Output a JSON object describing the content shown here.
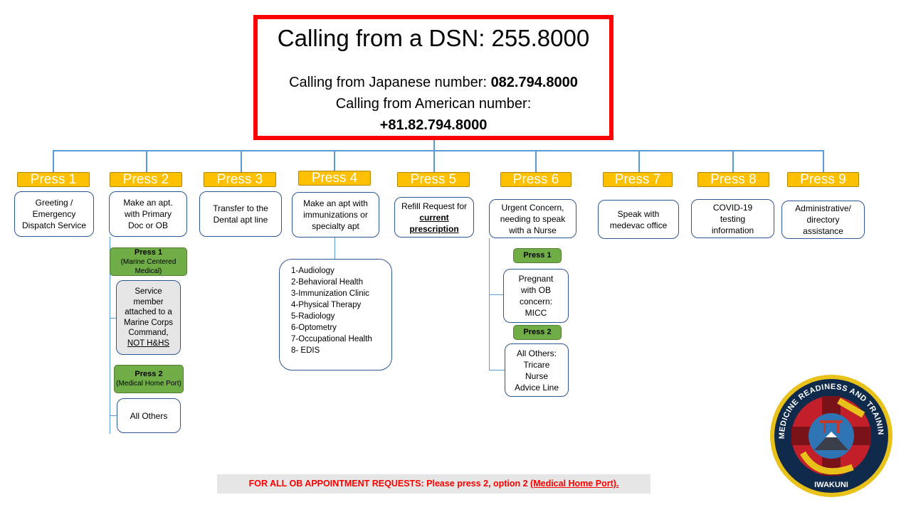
{
  "header": {
    "dsn_line": "Calling from a DSN:  255.8000",
    "japan_label": "Calling from Japanese number:  ",
    "japan_number": "082.794.8000",
    "american_label": "Calling from American number:",
    "american_number": "+81.82.794.8000"
  },
  "options": [
    {
      "press": "Press 1",
      "desc": "Greeting / Emergency Dispatch Service"
    },
    {
      "press": "Press 2",
      "desc": "Make an apt. with Primary Doc or OB"
    },
    {
      "press": "Press 3",
      "desc": "Transfer to the Dental apt line"
    },
    {
      "press": "Press 4",
      "desc": "Make an apt with immunizations or specialty apt"
    },
    {
      "press": "Press 5",
      "desc_prefix": "Refill Request for ",
      "desc_emph": "current prescription"
    },
    {
      "press": "Press 6",
      "desc": "Urgent Concern, needing to speak with a Nurse"
    },
    {
      "press": "Press 7",
      "desc": "Speak with medevac office"
    },
    {
      "press": "Press 8",
      "desc": "COVID-19 testing information"
    },
    {
      "press": "Press 9",
      "desc": "Administrative/ directory assistance"
    }
  ],
  "press2_sub": {
    "opt1_title": "Press 1",
    "opt1_sub": "(Marine Centered Medical)",
    "opt1_desc": "Service member attached to a Marine Corps Command,",
    "opt1_desc_emph": "NOT H&HS",
    "opt2_title": "Press 2",
    "opt2_sub": "(Medical Home Port)",
    "opt2_desc": "All Others"
  },
  "press4_list": [
    "1-Audiology",
    "2-Behavioral Health",
    "3-Immunization Clinic",
    "4-Physical Therapy",
    "5-Radiology",
    "6-Optometry",
    "7-Occupational Health",
    "8- EDIS"
  ],
  "press6_sub": {
    "opt1_title": "Press 1",
    "opt1_desc": "Pregnant with OB concern: MICC",
    "opt2_title": "Press 2",
    "opt2_desc": "All Others: Tricare Nurse Advice Line"
  },
  "banner": {
    "text": "FOR ALL OB APPOINTMENT REQUESTS:  Please press 2, option 2 ",
    "link": "(Medical Home Port)."
  },
  "logo": {
    "top_text": "NAVY MEDICINE READINESS AND TRAINING UNIT",
    "bottom_text": "IWAKUNI"
  },
  "colors": {
    "red": "#ff0000",
    "yellow": "#ffc000",
    "green": "#70ad47",
    "line": "#5b9bd5",
    "border": "#2f5597"
  }
}
